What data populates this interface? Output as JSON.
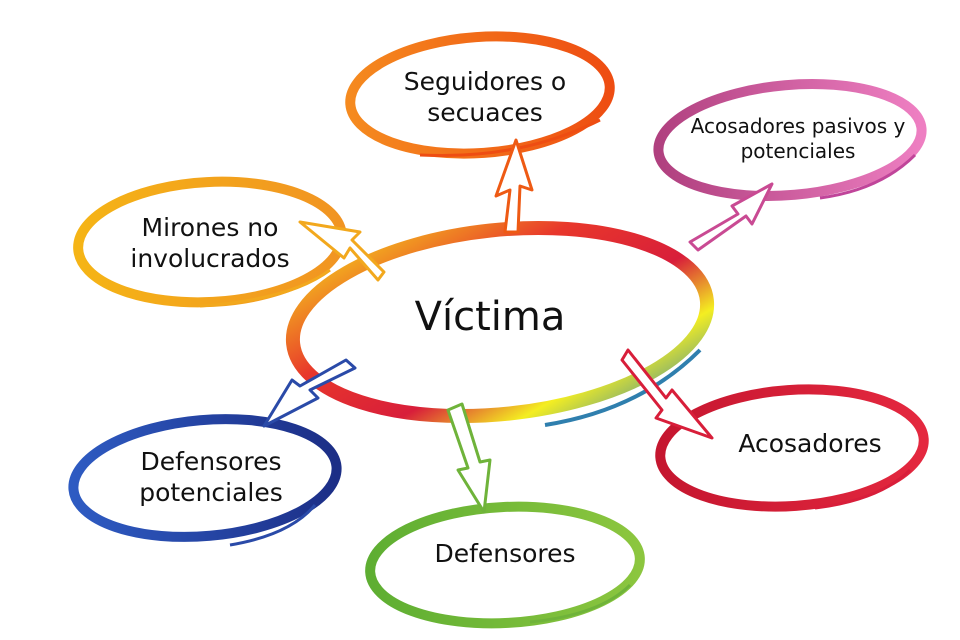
{
  "center": {
    "label": "Víctima"
  },
  "nodes": [
    {
      "id": "seguidores",
      "label": "Seguidores o\nsecuaces",
      "color": "#f26a1b"
    },
    {
      "id": "pasivos",
      "label": "Acosadores pasivos y\npotenciales",
      "color": "#c0459a"
    },
    {
      "id": "mirones",
      "label": "Mirones no\ninvolucrados",
      "color": "#f2a81d"
    },
    {
      "id": "acosadores",
      "label": "Acosadores",
      "color": "#d81e3a"
    },
    {
      "id": "defensores-potenciales",
      "label": "Defensores\npotenciales",
      "color": "#2a4aa8"
    },
    {
      "id": "defensores",
      "label": "Defensores",
      "color": "#6fb33a"
    }
  ]
}
